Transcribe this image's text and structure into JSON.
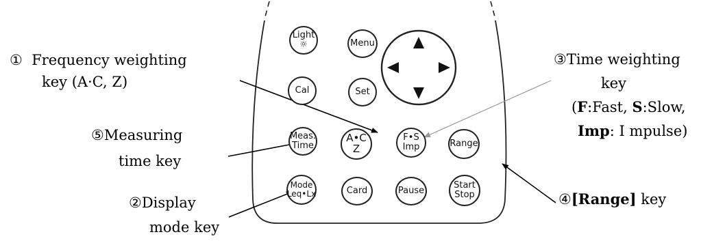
{
  "keys": {
    "light": {
      "line1": "Light",
      "line2": "☼"
    },
    "menu": "Menu",
    "cal": "Cal",
    "set": "Set",
    "meas_time": {
      "line1": "Meas.",
      "line2": "Time"
    },
    "ac_z": {
      "line1": "A•C",
      "line2": "Z"
    },
    "fs_imp": {
      "line1": "F•S",
      "line2": "Imp"
    },
    "range": "Range",
    "mode": {
      "line1": "Mode",
      "line2": "Leq•Lx"
    },
    "card": "Card",
    "pause": "Pause",
    "start_stop": {
      "line1": "Start",
      "line2": "Stop"
    },
    "dpad_icons": [
      "arrow-up-icon",
      "arrow-left-icon",
      "arrow-right-icon",
      "arrow-down-icon"
    ]
  },
  "callouts": {
    "freq": {
      "marker": "①",
      "line1": "Frequency weighting",
      "line2": "key (A·C, Z)"
    },
    "time": {
      "marker": "③",
      "line1": "Time weighting",
      "line2": "key",
      "line3_open": "(",
      "f_bold": "F",
      "f_text": ":Fast, ",
      "s_bold": "S",
      "s_text": ":Slow,",
      "imp_bold": "Imp",
      "imp_text": ": I mpulse)"
    },
    "meas": {
      "marker": "⑤",
      "line1": "Measuring",
      "line2": "time key"
    },
    "display": {
      "marker": "②",
      "line1": "Display",
      "line2": "mode key"
    },
    "range": {
      "marker": "④",
      "bracket_open": "[",
      "range_bold": "Range",
      "bracket_close": "]",
      "suffix": " key"
    }
  },
  "colors": {
    "ink": "#000000",
    "outline": "#222222",
    "leader_gray": "#999999"
  }
}
